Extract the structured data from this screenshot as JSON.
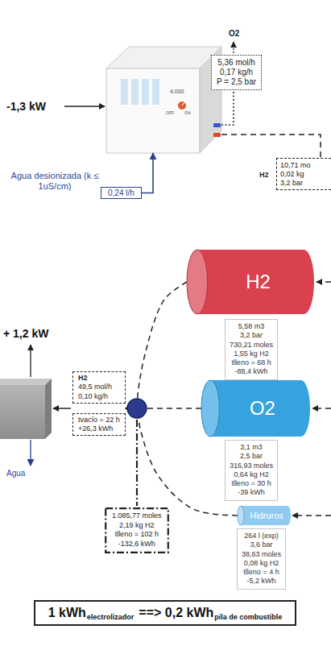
{
  "diagram": {
    "nodes": [
      {
        "text": [
          "5,36 mol/h",
          "0,17 kg/h",
          "P = 2,5 bar"
        ]
      },
      {
        "text": [
          "4.000",
          "OFF",
          "ON"
        ]
      },
      {
        "text": [
          "H2",
          "10,71 mo",
          "0,02 kg",
          "3,2 bar"
        ]
      },
      {
        "text": [
          "0,24 l/h"
        ]
      },
      {
        "text": [
          "H2"
        ]
      },
      {
        "text": [
          "5,58 m3",
          "3,2 bar",
          "730,21 moles",
          "1,55 kg H2",
          "tlleno = 68 h",
          "-88,4 kWh"
        ]
      },
      {
        "text": [
          "H2",
          "49,5 mol/h",
          "0,10 kg/h",
          "tvacío = 22 h",
          "+26,3 kWh"
        ]
      },
      {
        "text": [
          "O2"
        ]
      },
      {
        "text": [
          "3,1 m3",
          "2,5 bar",
          "316,93 moles",
          "0,64 kg H2",
          "tlleno = 30 h",
          "-39 kWh"
        ]
      },
      {
        "text": [
          "1.085,77 moles",
          "2,19 kg H2",
          "tlleno = 102 h",
          "-132,6 kWh"
        ]
      },
      {
        "text": [
          "Hidruros"
        ]
      },
      {
        "text": [
          "264 l (exp)",
          "3,6 bar",
          "38,63 moles",
          "0,08 kg H2",
          "tlleno = 4 h",
          "-5,2 kWh"
        ]
      },
      {
        "text": [
          "1 kWh",
          "electrolizador",
          "==> 0,2 kWh",
          "pila de combustible"
        ]
      }
    ],
    "edges": [
      {
        "from": 1,
        "to": 0,
        "arrow": "none"
      },
      {
        "from": 1,
        "to": 2,
        "arrow": "none"
      },
      {
        "from": 3,
        "to": 1,
        "arrow": "to"
      },
      {
        "from": 4,
        "to": 6,
        "arrow": "to"
      },
      {
        "from": 7,
        "to": 6,
        "arrow": "to"
      },
      {
        "from": 10,
        "to": 6,
        "arrow": "to"
      }
    ],
    "labels": [
      "O2",
      "-1,3 kW",
      "Agua desionizada (k ≤ 1uS/cm)",
      "+ 1,2 kW",
      "Agua"
    ]
  }
}
